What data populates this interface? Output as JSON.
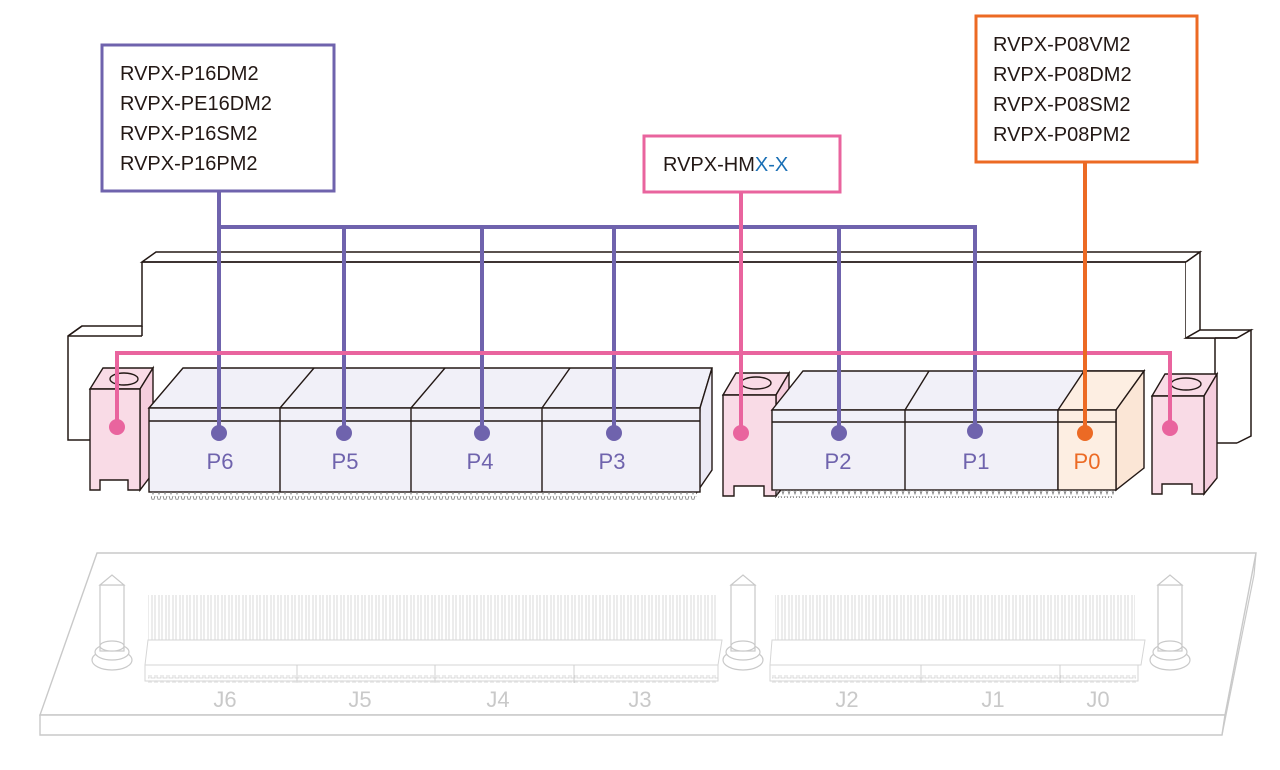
{
  "colors": {
    "purple": "#6f63ad",
    "pink": "#e9649e",
    "orange": "#ec6a24",
    "blue": "#1a6fb5",
    "text": "#231815",
    "module_fill": "#f1f0f8",
    "p0_fill": "#fdeee2",
    "guide_fill": "#f9dbe6",
    "baseboard_line": "#c9c9c9"
  },
  "callouts": {
    "purple_group": {
      "models": [
        "RVPX-P16DM2",
        "RVPX-PE16DM2",
        "RVPX-P16SM2",
        "RVPX-P16PM2"
      ]
    },
    "pink_group": {
      "model_prefix": "RVPX-HM",
      "model_suffix": "X-X"
    },
    "orange_group": {
      "models": [
        "RVPX-P08VM2",
        "RVPX-P08DM2",
        "RVPX-P08SM2",
        "RVPX-P08PM2"
      ]
    }
  },
  "ports": {
    "p6": "P6",
    "p5": "P5",
    "p4": "P4",
    "p3": "P3",
    "p2": "P2",
    "p1": "P1",
    "p0": "P0"
  },
  "backplane_connectors": {
    "j6": "J6",
    "j5": "J5",
    "j4": "J4",
    "j3": "J3",
    "j2": "J2",
    "j1": "J1",
    "j0": "J0"
  }
}
